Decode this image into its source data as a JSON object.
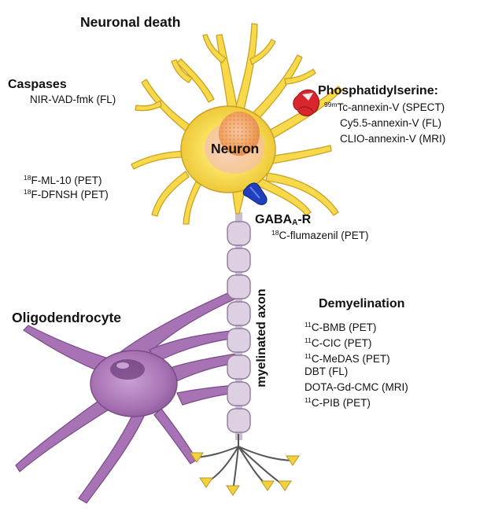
{
  "titles": {
    "neuronal_death": "Neuronal death",
    "caspases": "Caspases",
    "phosphatidylserine": "Phosphatidylserine:",
    "neuron": "Neuron",
    "gaba_prefix": "GABA",
    "gaba_sub": "A",
    "gaba_suffix": "-R",
    "oligodendrocyte": "Oligodendrocyte",
    "myelinated_axon": "myelinated axon",
    "demyelination": "Demyelination"
  },
  "caspase_probes": [
    {
      "text": "NIR-VAD-fmk (FL)"
    }
  ],
  "apoptosis_probes": [
    {
      "sup": "18",
      "text": "F-ML-10 (PET)"
    },
    {
      "sup": "18",
      "text": "F-DFNSH (PET)"
    }
  ],
  "phosphatidylserine_probes": [
    {
      "sup": "99m",
      "text": "Tc-annexin-V (SPECT)"
    },
    {
      "sup": "",
      "text": "Cy5.5-annexin-V (FL)"
    },
    {
      "sup": "",
      "text": "CLIO-annexin-V (MRI)"
    }
  ],
  "gaba_probes": [
    {
      "sup": "18",
      "text": "C-flumazenil (PET)"
    }
  ],
  "demyelination_probes": [
    {
      "sup": "11",
      "text": "C-BMB (PET)"
    },
    {
      "sup": "11",
      "text": "C-CIC (PET)"
    },
    {
      "sup": "11",
      "text": "C-MeDAS (PET)"
    },
    {
      "sup": "",
      "text": "DBT (FL)"
    },
    {
      "sup": "",
      "text": "DOTA-Gd-CMC (MRI)"
    },
    {
      "sup": "11",
      "text": "C-PIB (PET)"
    }
  ],
  "colors": {
    "neuron_body": "#f7d94a",
    "neuron_outline": "#c9a227",
    "nucleus": "#f2a04a",
    "axon_segment": "#ddd0e3",
    "axon_outline": "#8f7b99",
    "oligodendrocyte": "#a873b4",
    "oligodendrocyte_dark": "#6f3f7e",
    "phosphatidylserine_receptor": "#d9262c",
    "gaba_receptor": "#1f3fbf",
    "terminal": "#f2d23a",
    "terminal_line": "#555555"
  },
  "icons": [
    "red-receptor-icon",
    "blue-gaba-receptor-icon"
  ]
}
